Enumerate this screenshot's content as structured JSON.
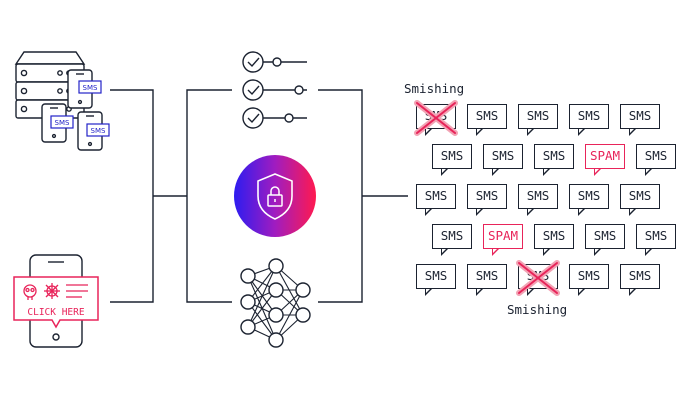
{
  "labels": {
    "smishing_top": "Smishing",
    "smishing_bottom": "Smishing",
    "phone_cta": "CLICK HERE",
    "server_sms": "SMS"
  },
  "bubbles": [
    [
      "SMS",
      "SMS",
      "SMS",
      "SMS",
      "SMS"
    ],
    [
      "SMS",
      "SMS",
      "SMS",
      "SPAM",
      "SMS"
    ],
    [
      "SMS",
      "SMS",
      "SMS",
      "SMS",
      "SMS"
    ],
    [
      "SMS",
      "SPAM",
      "SMS",
      "SMS",
      "SMS"
    ],
    [
      "SMS",
      "SMS",
      "SMS",
      "SMS",
      "SMS"
    ]
  ],
  "crossed": [
    [
      0,
      0
    ],
    [
      4,
      2
    ]
  ],
  "colors": {
    "ink": "#1b2230",
    "accent": "#e8245a",
    "shield_start": "#2d1cf0",
    "shield_end": "#ff1a4f",
    "sms_badge": "#2323c8"
  },
  "icons": [
    "server-rack-icon",
    "smartphone-icon",
    "checklist-icon",
    "shield-lock-icon",
    "neural-network-icon",
    "skull-icon"
  ]
}
